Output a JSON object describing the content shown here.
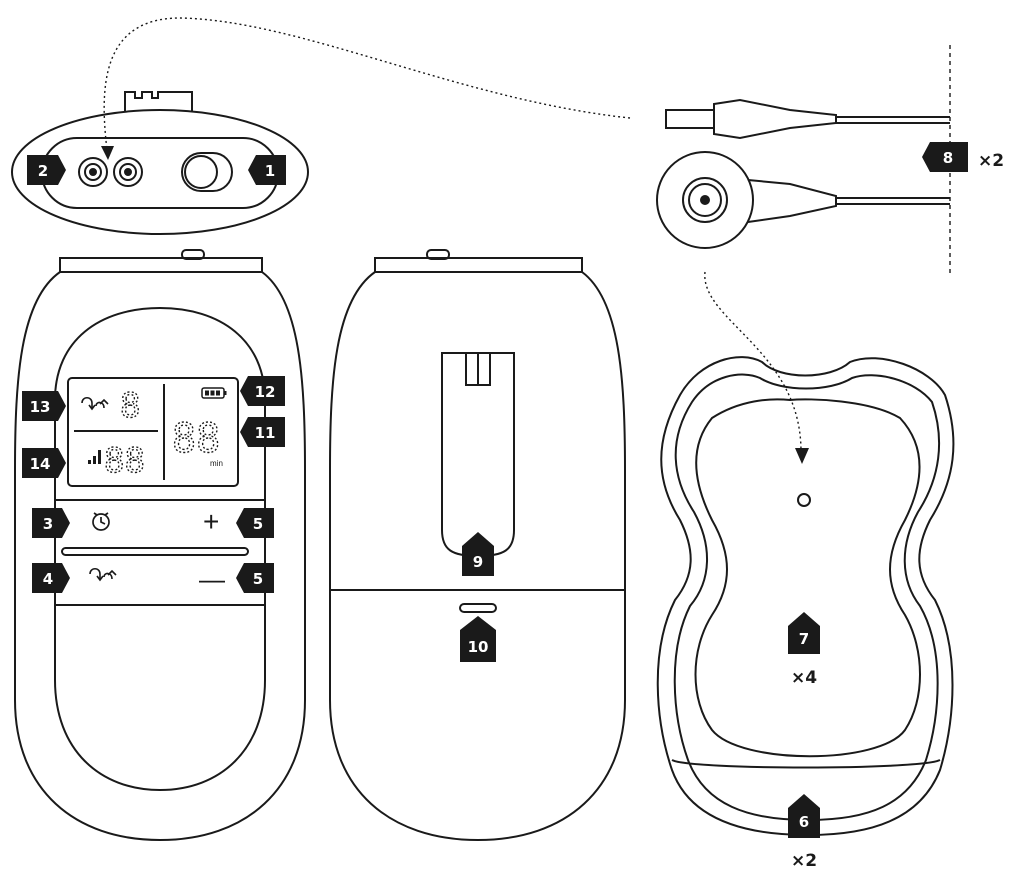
{
  "callouts": {
    "c1": "1",
    "c2": "2",
    "c3": "3",
    "c4": "4",
    "c5a": "5",
    "c5b": "5",
    "c6": "6",
    "c7": "7",
    "c8": "8",
    "c9": "9",
    "c10": "10",
    "c11": "11",
    "c12": "12",
    "c13": "13",
    "c14": "14"
  },
  "multipliers": {
    "leads": "×2",
    "pads": "×4",
    "pad_sheets": "×2"
  },
  "lcd": {
    "cycle_value": "8",
    "intensity_value": "88",
    "timer_value": "88",
    "timer_unit": "min"
  },
  "buttons": {
    "plus": "+",
    "minus": "—"
  },
  "icons": [
    "timer-icon",
    "cycle-icon",
    "battery-icon",
    "intensity-icon"
  ],
  "colors": {
    "ink": "#1a1a1a",
    "background": "#ffffff"
  }
}
